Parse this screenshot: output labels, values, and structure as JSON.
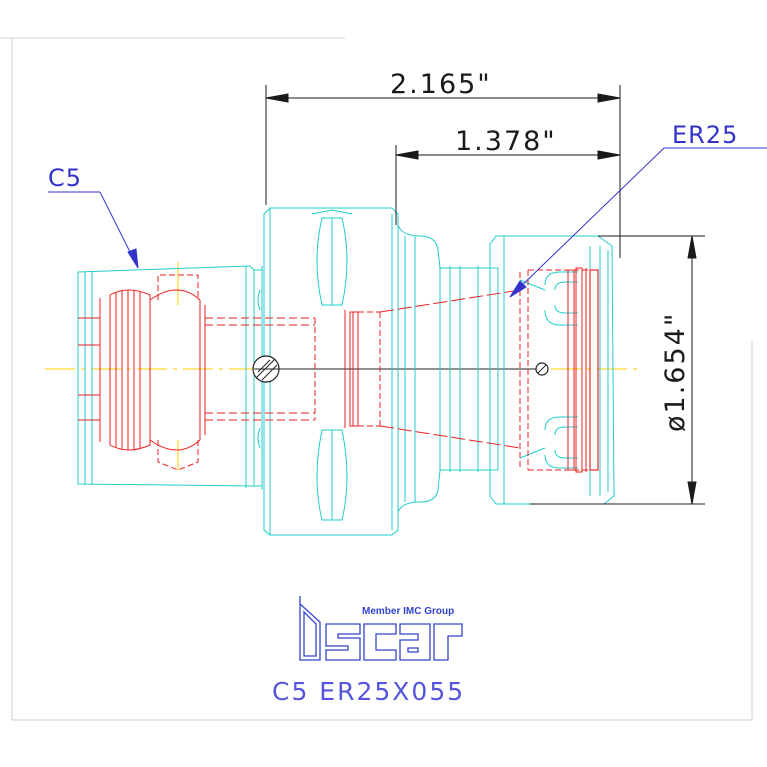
{
  "dimensions": {
    "overall_length": "2.165\"",
    "er_length": "1.378\"",
    "diameter": "ø1.654\""
  },
  "labels": {
    "left_callout": "C5",
    "right_callout": "ER25"
  },
  "branding": {
    "member_text": "Member IMC Group",
    "logo_name": "iscar-logo"
  },
  "part_code": "C5 ER25X055",
  "colors": {
    "cyan": "#22cccc",
    "red": "#ee2222",
    "blue": "#3333cc",
    "dim": "#1a1a1a",
    "centerline": "#ffcc00"
  }
}
